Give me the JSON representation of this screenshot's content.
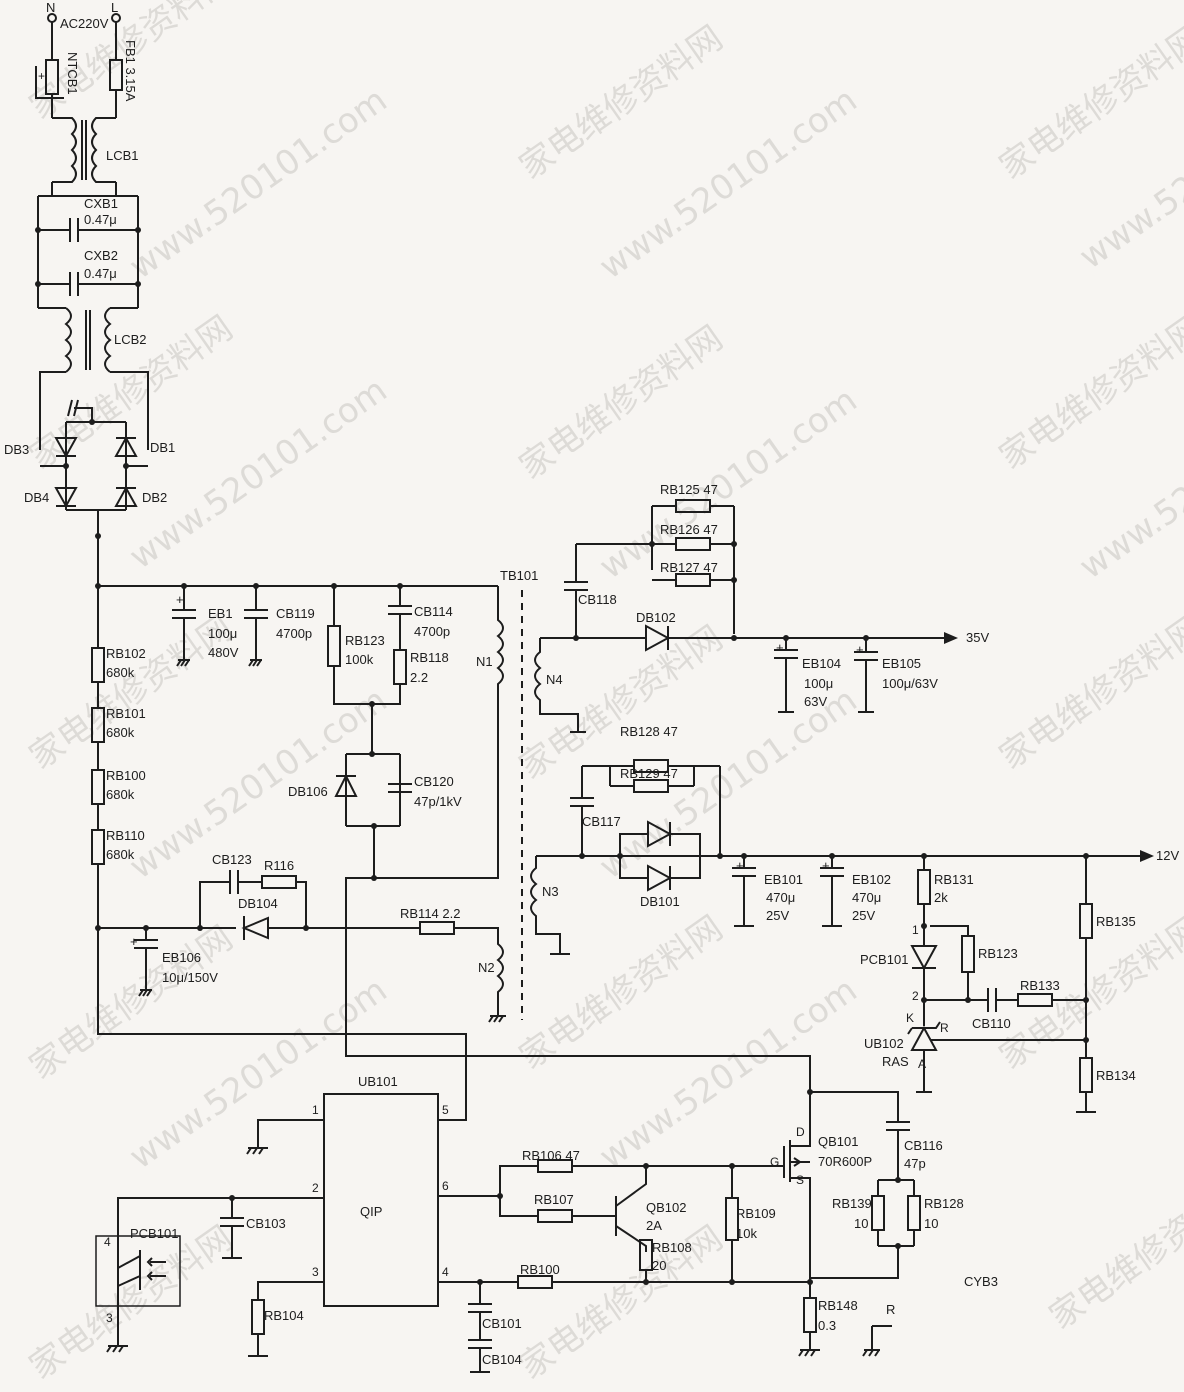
{
  "input": {
    "n": "N",
    "l": "L",
    "ac": "AC220V"
  },
  "labels": {
    "ntcb1": "NTCB1",
    "fb1": "FB1 3.15A",
    "lcb1": "LCB1",
    "cxb1": "CXB1",
    "cxb1_v": "0.47μ",
    "cxb2": "CXB2",
    "cxb2_v": "0.47μ",
    "lcb2": "LCB2",
    "db1": "DB1",
    "db2": "DB2",
    "db3": "DB3",
    "db4": "DB4",
    "eb1": "EB1",
    "eb1_v1": "100μ",
    "eb1_v2": "480V",
    "cb119": "CB119",
    "cb119_v": "4700p",
    "rb123a": "RB123",
    "rb123a_v": "100k",
    "cb114": "CB114",
    "cb114_v": "4700p",
    "rb118": "RB118",
    "rb118_v": "2.2",
    "db106": "DB106",
    "cb120": "CB120",
    "cb120_v": "47p/1kV",
    "rb102": "RB102",
    "rb102_v": "680k",
    "rb101": "RB101",
    "rb101_v": "680k",
    "rb100a": "RB100",
    "rb100a_v": "680k",
    "rb110": "RB110",
    "rb110_v": "680k",
    "cb123": "CB123",
    "r116": "R116",
    "db104": "DB104",
    "eb106": "EB106",
    "eb106_v": "10μ/150V",
    "rb114": "RB114 2.2",
    "n1": "N1",
    "n2": "N2",
    "n3": "N3",
    "n4": "N4",
    "tb101": "TB101",
    "rb125": "RB125 47",
    "rb126": "RB126 47",
    "rb127": "RB127 47",
    "cb118": "CB118",
    "db102": "DB102",
    "eb104": "EB104",
    "eb104_v1": "100μ",
    "eb104_v2": "63V",
    "eb105": "EB105",
    "eb105_v": "100μ/63V",
    "out35": "35V",
    "rb128a": "RB128 47",
    "rb129": "RB129 47",
    "cb117": "CB117",
    "db101": "DB101",
    "eb101": "EB101",
    "eb101_v1": "470μ",
    "eb101_v2": "25V",
    "eb102": "EB102",
    "eb102_v1": "470μ",
    "eb102_v2": "25V",
    "out12": "12V",
    "rb131": "RB131",
    "rb131_v": "2k",
    "pcb101a": "PCB101",
    "rb123b": "RB123",
    "cb110": "CB110",
    "rb133": "RB133",
    "rb135": "RB135",
    "ub102": "UB102",
    "ub102_v": "RAS",
    "rb134": "RB134",
    "pin1": "1",
    "pin2": "2",
    "k": "K",
    "r": "R",
    "a": "A",
    "ub101": "UB101",
    "qip": "QIP",
    "u1": "1",
    "u2": "2",
    "u3": "3",
    "u4": "4",
    "u5": "5",
    "u6": "6",
    "cb103": "CB103",
    "pcb101b": "PCB101",
    "p4": "4",
    "p3": "3",
    "rb104": "RB104",
    "rb106": "RB106 47",
    "rb107": "RB107",
    "qb102": "QB102",
    "qb102_v": "2A",
    "rb108": "RB108",
    "rb108_v": "20",
    "rb109": "RB109",
    "rb109_v": "10k",
    "qb101": "QB101",
    "qb101_v": "70R600P",
    "d": "D",
    "g": "G",
    "s": "S",
    "cb116": "CB116",
    "cb116_v": "47p",
    "rb139": "RB139",
    "rb139_v": "10",
    "rb128b": "RB128",
    "rb128b_v": "10",
    "rb100b": "RB100",
    "cb101": "CB101",
    "cb104": "CB104",
    "rb148": "RB148",
    "rb148_v": "0.3",
    "rgnd": "R",
    "cyb3": "CYB3"
  },
  "watermarks": [
    "家电维修资料网",
    "www.520101.com"
  ]
}
